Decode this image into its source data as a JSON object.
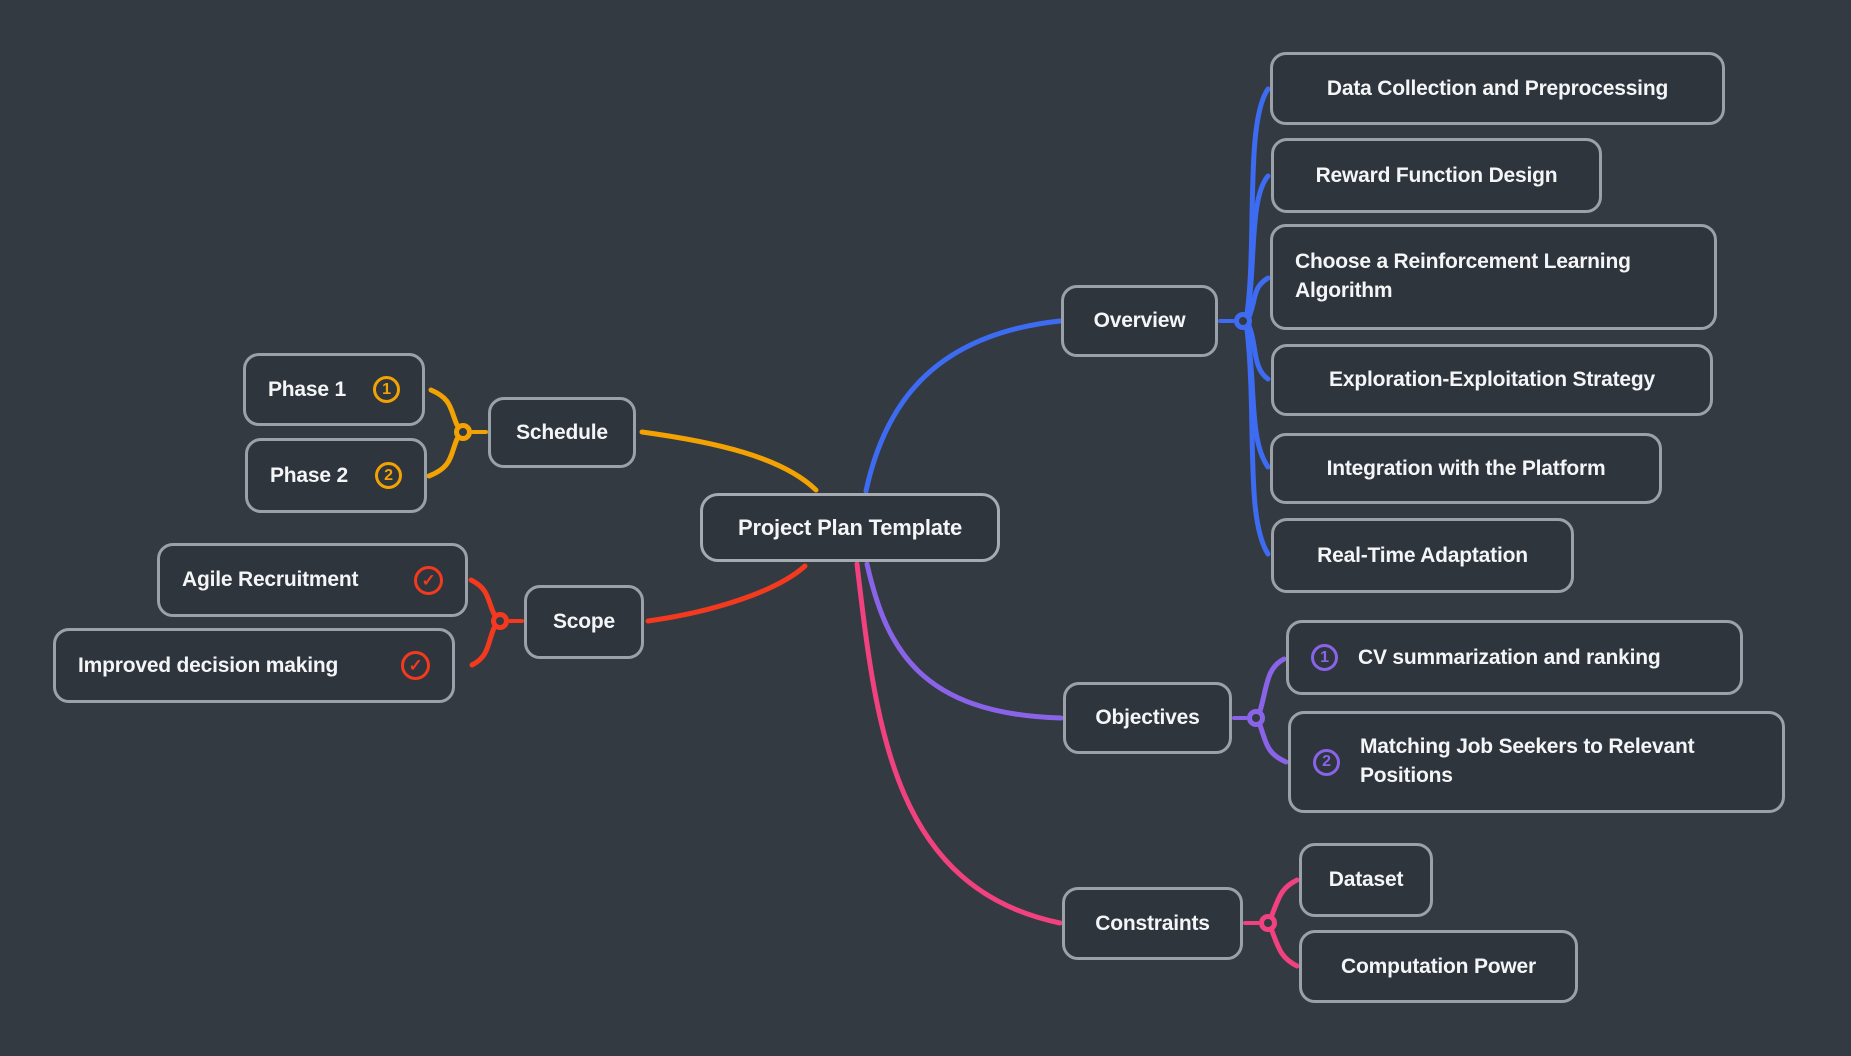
{
  "canvas": {
    "background": "#333a42",
    "node_border": "#9ba1a8",
    "text_color": "#f4f5f7"
  },
  "icons": {
    "check": "✓"
  },
  "center": {
    "label": "Project Plan Template"
  },
  "branches": [
    {
      "id": "overview",
      "label": "Overview",
      "color": "#3d6cf2",
      "children": [
        {
          "label": "Data Collection and Preprocessing"
        },
        {
          "label": "Reward Function Design"
        },
        {
          "label": "Choose a Reinforcement Learning Algorithm"
        },
        {
          "label": "Exploration-Exploitation Strategy"
        },
        {
          "label": "Integration with the Platform"
        },
        {
          "label": "Real-Time Adaptation"
        }
      ]
    },
    {
      "id": "objectives",
      "label": "Objectives",
      "color": "#8a64e8",
      "children": [
        {
          "label": "CV summarization and ranking",
          "badge": "1"
        },
        {
          "label": "Matching Job Seekers to Relevant Positions",
          "badge": "2"
        }
      ]
    },
    {
      "id": "constraints",
      "label": "Constraints",
      "color": "#f1417f",
      "children": [
        {
          "label": "Dataset"
        },
        {
          "label": "Computation Power"
        }
      ]
    },
    {
      "id": "schedule",
      "label": "Schedule",
      "color": "#f2a202",
      "children": [
        {
          "label": "Phase 1",
          "badge": "1"
        },
        {
          "label": "Phase 2",
          "badge": "2"
        }
      ]
    },
    {
      "id": "scope",
      "label": "Scope",
      "color": "#f33a1e",
      "children": [
        {
          "label": "Agile Recruitment",
          "badge": "check"
        },
        {
          "label": "Improved decision making",
          "badge": "check"
        }
      ]
    }
  ]
}
